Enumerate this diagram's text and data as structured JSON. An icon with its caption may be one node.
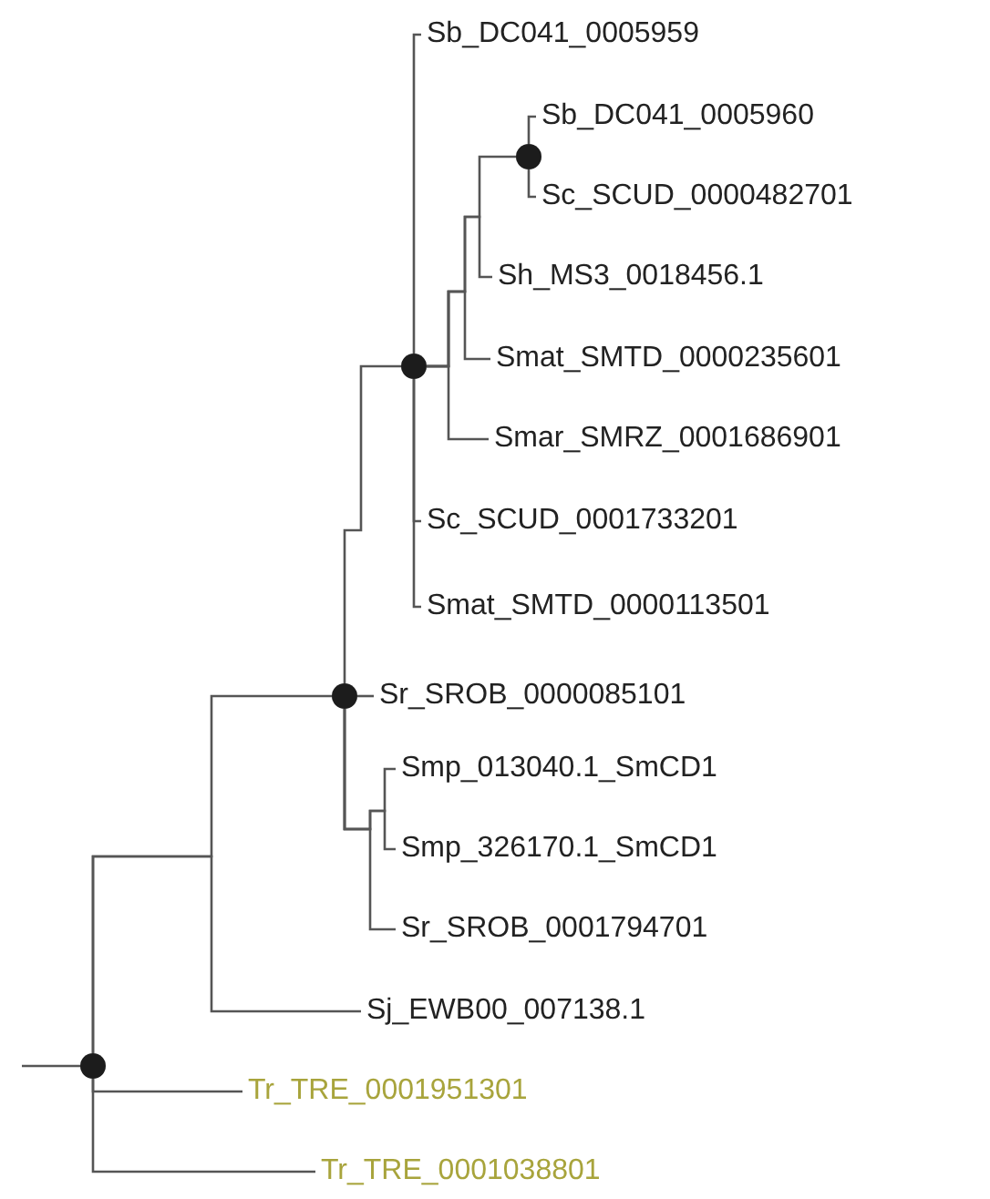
{
  "diagram": {
    "nodes": [
      {
        "text": [
          "Sb_DC041_0005959"
        ]
      },
      {
        "text": [
          "Sb_DC041_0005960"
        ]
      },
      {
        "text": [
          "Sc_SCUD_0000482701"
        ]
      },
      {
        "text": [
          "Sh_MS3_0018456.1"
        ]
      },
      {
        "text": [
          "Smat_SMTD_0000235601"
        ]
      },
      {
        "text": [
          "Smar_SMRZ_0001686901"
        ]
      },
      {
        "text": [
          "Sc_SCUD_0001733201"
        ]
      },
      {
        "text": [
          "Smat_SMTD_0000113501"
        ]
      },
      {
        "text": [
          "Sr_SROB_0000085101"
        ]
      },
      {
        "text": [
          "Smp_013040.1_SmCD1"
        ]
      },
      {
        "text": [
          "Smp_326170.1_SmCD1"
        ]
      },
      {
        "text": [
          "Sr_SROB_0001794701"
        ]
      },
      {
        "text": [
          "Sj_EWB00_007138.1"
        ]
      },
      {
        "text": [
          "Tr_TRE_0001951301"
        ]
      },
      {
        "text": [
          "Tr_TRE_0001038801"
        ]
      },
      {
        "text": [],
        "shape": "circle"
      },
      {
        "text": [],
        "shape": "circle"
      },
      {
        "text": [],
        "shape": "circle"
      },
      {
        "text": [],
        "shape": "circle"
      }
    ],
    "edges": [
      {
        "from": 15,
        "to": 1,
        "arrow": "none"
      },
      {
        "from": 15,
        "to": 2,
        "arrow": "none"
      },
      {
        "from": 16,
        "to": 0,
        "arrow": "none"
      },
      {
        "from": 16,
        "to": 15,
        "arrow": "none"
      },
      {
        "from": 16,
        "to": 3,
        "arrow": "none"
      },
      {
        "from": 16,
        "to": 4,
        "arrow": "none"
      },
      {
        "from": 16,
        "to": 5,
        "arrow": "none"
      },
      {
        "from": 16,
        "to": 6,
        "arrow": "none"
      },
      {
        "from": 16,
        "to": 7,
        "arrow": "none"
      },
      {
        "from": 17,
        "to": 16,
        "arrow": "none"
      },
      {
        "from": 17,
        "to": 8,
        "arrow": "none"
      },
      {
        "from": 17,
        "to": 9,
        "arrow": "none"
      },
      {
        "from": 17,
        "to": 10,
        "arrow": "none"
      },
      {
        "from": 17,
        "to": 11,
        "arrow": "none"
      },
      {
        "from": 18,
        "to": 17,
        "arrow": "none"
      },
      {
        "from": 18,
        "to": 12,
        "arrow": "none"
      },
      {
        "from": 18,
        "to": 13,
        "arrow": "none"
      },
      {
        "from": 18,
        "to": 14,
        "arrow": "none"
      },
      {
        "from": null,
        "to": 18,
        "arrow": "none"
      }
    ]
  }
}
